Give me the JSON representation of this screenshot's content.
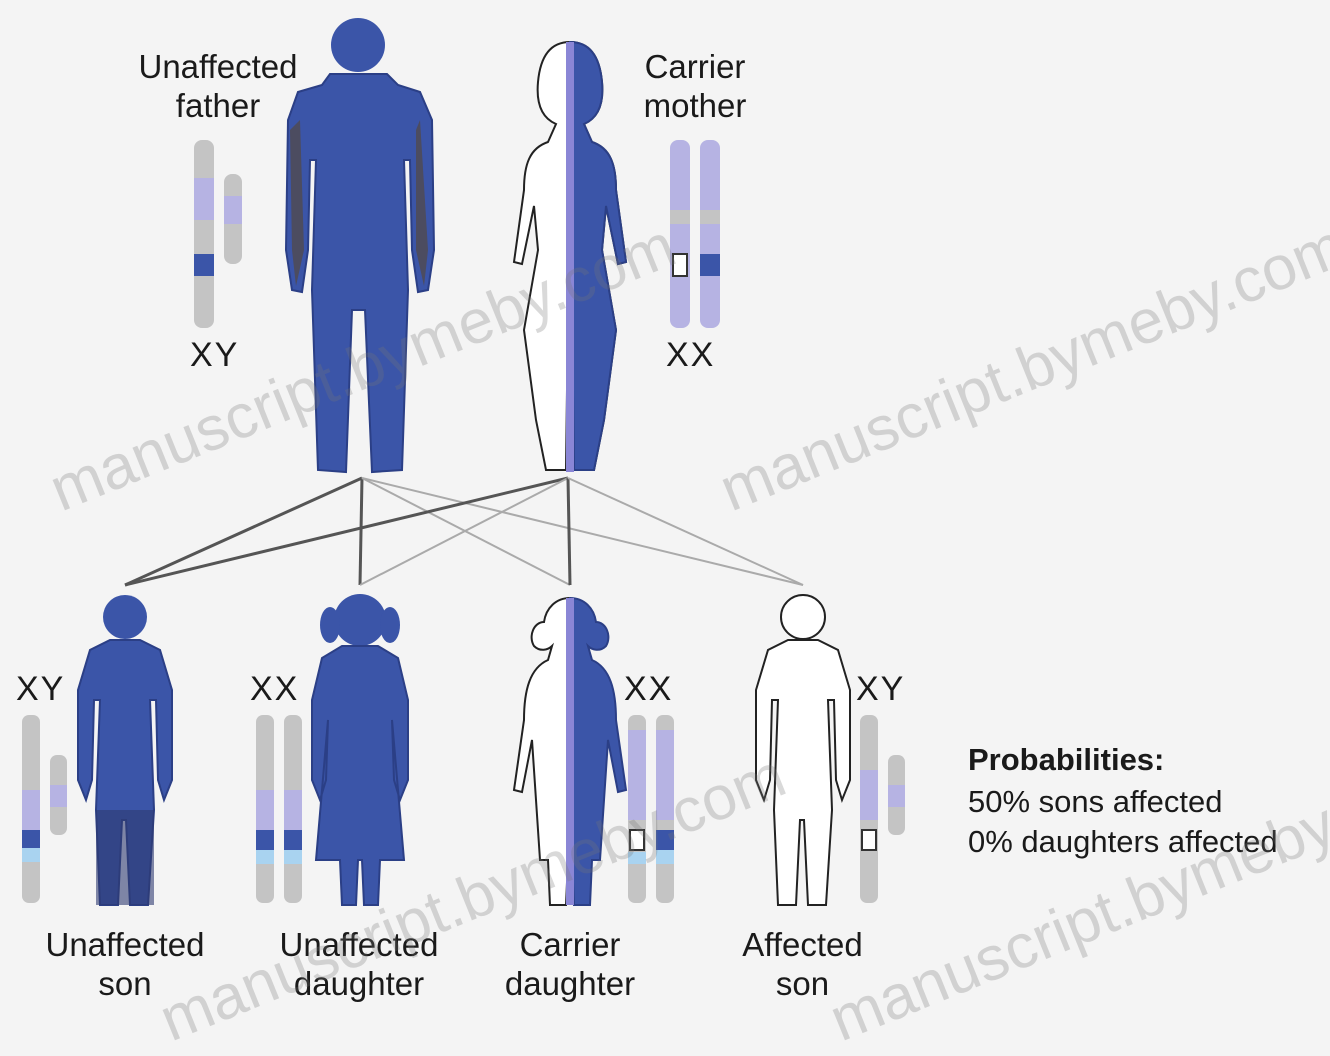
{
  "parents": {
    "father_label": [
      "Unaffected",
      "father"
    ],
    "mother_label": [
      "Carrier",
      "mother"
    ],
    "father_karyotype": "XY",
    "mother_karyotype": "XX"
  },
  "children": [
    {
      "label": [
        "Unaffected",
        "son"
      ],
      "karyotype": "XY"
    },
    {
      "label": [
        "Unaffected",
        "daughter"
      ],
      "karyotype": "XX"
    },
    {
      "label": [
        "Carrier",
        "daughter"
      ],
      "karyotype": "XX"
    },
    {
      "label": [
        "Affected",
        "son"
      ],
      "karyotype": "XY"
    }
  ],
  "probabilities": {
    "title": "Probabilities:",
    "lines": [
      "50% sons affected",
      "0% daughters affected"
    ]
  },
  "watermark": "manuscript.bymeby.com",
  "colors": {
    "affected_blue": "#3b55a8",
    "dark_blue": "#2b3f86",
    "outline": "#222222",
    "chromosome_gray": "#c4c4c4",
    "chromosome_lavender": "#b6b3e3",
    "light_blue_band": "#a9d3f0"
  }
}
